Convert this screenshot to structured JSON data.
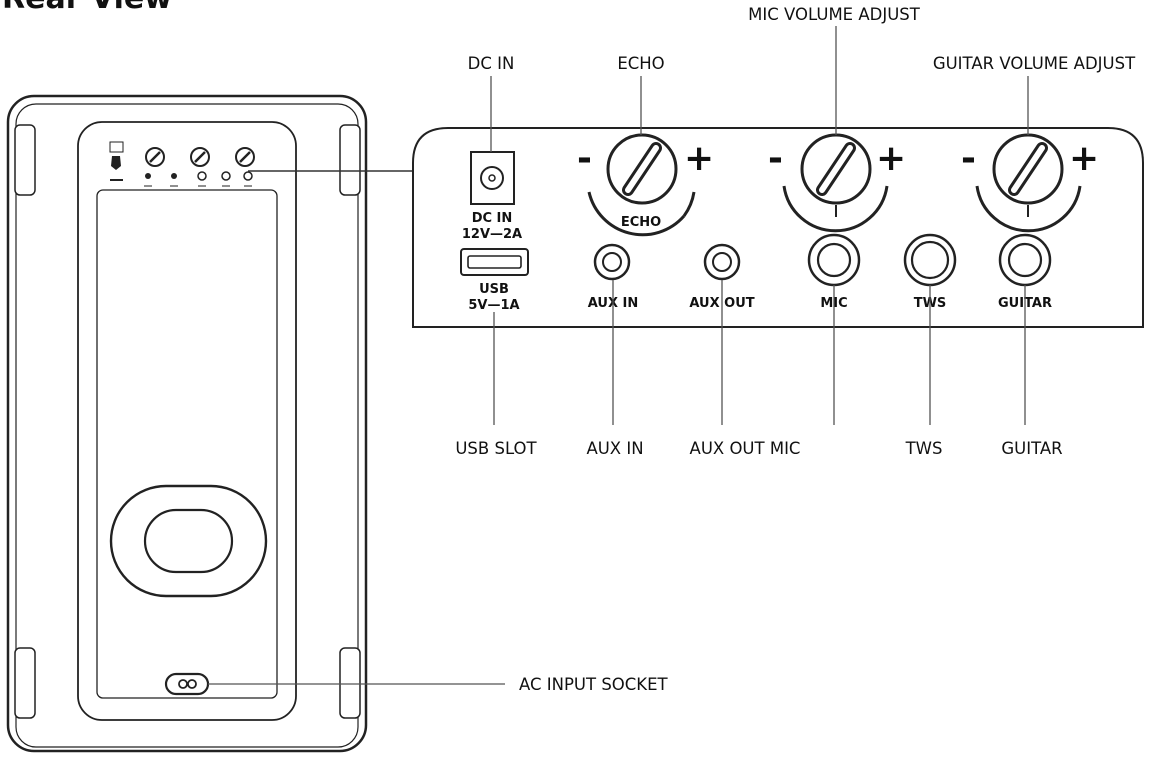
{
  "title": "Rear View",
  "callouts": {
    "dc_in": "DC IN",
    "echo": "ECHO",
    "mic_volume_adjust": "MIC VOLUME ADJUST",
    "guitar_volume_adjust": "GUITAR VOLUME ADJUST",
    "usb_slot": "USB SLOT",
    "aux_in": "AUX IN",
    "aux_out_mic": "AUX OUT MIC",
    "tws": "TWS",
    "guitar": "GUITAR",
    "ac_input_socket": "AC INPUT SOCKET"
  },
  "panel": {
    "dc_in_line1": "DC IN",
    "dc_in_line2": "12V—2A",
    "usb_line1": "USB",
    "usb_line2": "5V—1A",
    "echo_knob_label": "ECHO",
    "aux_in": "AUX IN",
    "aux_out": "AUX OUT",
    "mic": "MIC",
    "tws": "TWS",
    "guitar": "GUITAR",
    "minus": "-",
    "plus": "+"
  }
}
